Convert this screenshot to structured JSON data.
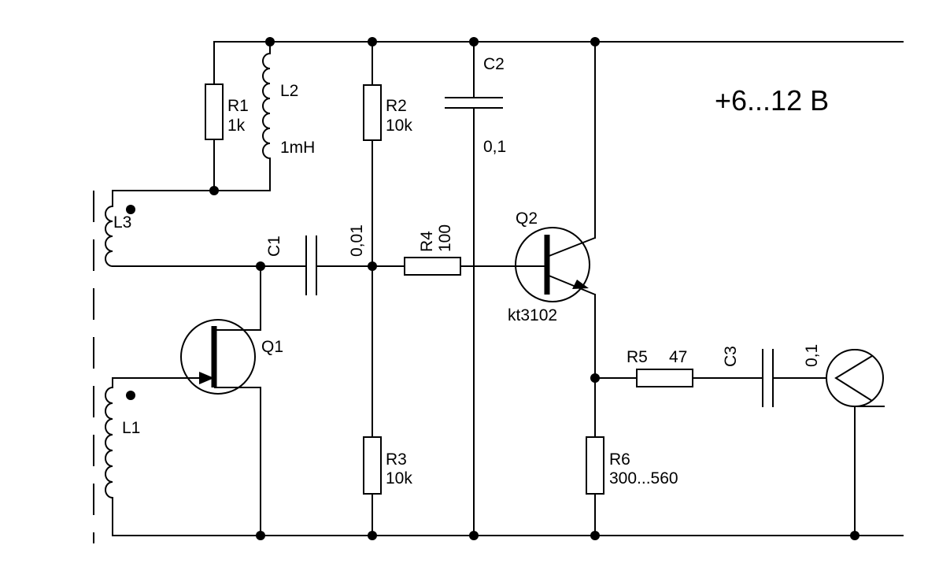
{
  "supply_label": "+6...12 B",
  "components": {
    "R1": {
      "ref": "R1",
      "value": "1k"
    },
    "R2": {
      "ref": "R2",
      "value": "10k"
    },
    "R3": {
      "ref": "R3",
      "value": "10k"
    },
    "R4": {
      "ref": "R4",
      "value": "100"
    },
    "R5": {
      "ref": "R5",
      "value": "47"
    },
    "R6": {
      "ref": "R6",
      "value": "300...560"
    },
    "L1": {
      "ref": "L1"
    },
    "L2": {
      "ref": "L2",
      "value": "1mH"
    },
    "L3": {
      "ref": "L3"
    },
    "C1": {
      "ref": "C1",
      "value": "0,01"
    },
    "C2": {
      "ref": "C2",
      "value": "0,1"
    },
    "C3": {
      "ref": "C3",
      "value": "0,1"
    },
    "Q1": {
      "ref": "Q1"
    },
    "Q2": {
      "ref": "Q2",
      "part": "kt3102"
    }
  }
}
